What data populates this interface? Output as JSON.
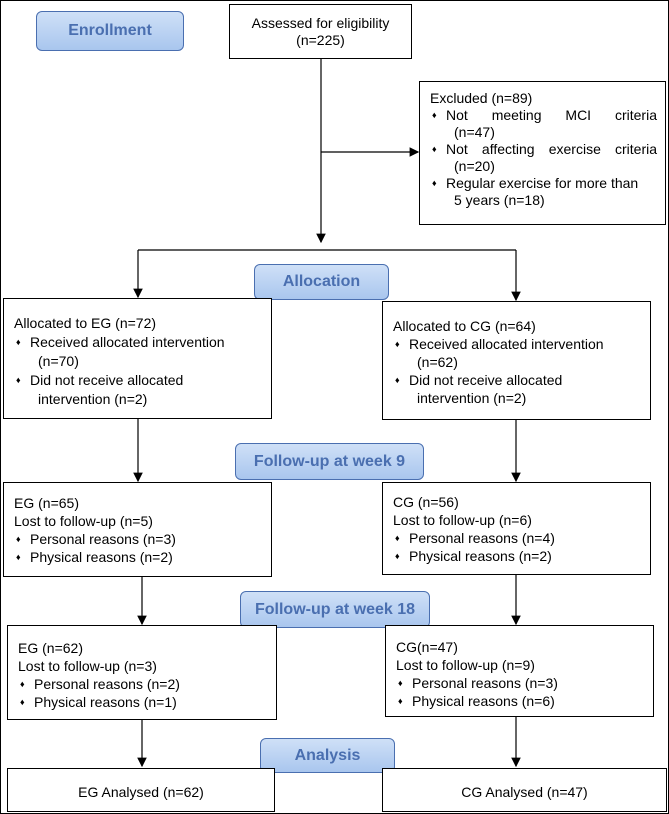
{
  "stages": {
    "enrollment": "Enrollment",
    "allocation": "Allocation",
    "followup9": "Follow-up at week 9",
    "followup18": "Follow-up at week 18",
    "analysis": "Analysis"
  },
  "assessed": {
    "line1": "Assessed for eligibility",
    "line2": "(n=225)"
  },
  "excluded": {
    "title": "Excluded (n=89)",
    "items": [
      {
        "a": "Not meeting MCI criteria",
        "b": "(n=47)"
      },
      {
        "a": "Not affecting exercise criteria",
        "b": "(n=20)"
      },
      {
        "a": "Regular exercise for more than",
        "b": "5 years (n=18)"
      }
    ]
  },
  "eg_alloc": {
    "title": "Allocated to EG (n=72)",
    "received_a": "Received allocated intervention",
    "received_b": "(n=70)",
    "not_a": "Did not receive allocated",
    "not_b": "intervention (n=2)"
  },
  "cg_alloc": {
    "title": "Allocated to CG (n=64)",
    "received_a": "Received allocated intervention",
    "received_b": "(n=62)",
    "not_a": "Did not receive allocated",
    "not_b": "intervention (n=2)"
  },
  "eg_w9": {
    "title": "EG (n=65)",
    "lost": "Lost to follow-up (n=5)",
    "personal": "Personal reasons (n=3)",
    "physical": "Physical reasons (n=2)"
  },
  "cg_w9": {
    "title": "CG (n=56)",
    "lost": "Lost to follow-up (n=6)",
    "personal": "Personal reasons (n=4)",
    "physical": "Physical reasons (n=2)"
  },
  "eg_w18": {
    "title": "EG (n=62)",
    "lost": "Lost to follow-up (n=3)",
    "personal": "Personal reasons (n=2)",
    "physical": "Physical reasons (n=1)"
  },
  "cg_w18": {
    "title": "CG(n=47)",
    "lost": "Lost to follow-up (n=9)",
    "personal": "Personal reasons (n=3)",
    "physical": "Physical reasons (n=6)"
  },
  "eg_analysed": "EG Analysed (n=62)",
  "cg_analysed": "CG Analysed (n=47)"
}
